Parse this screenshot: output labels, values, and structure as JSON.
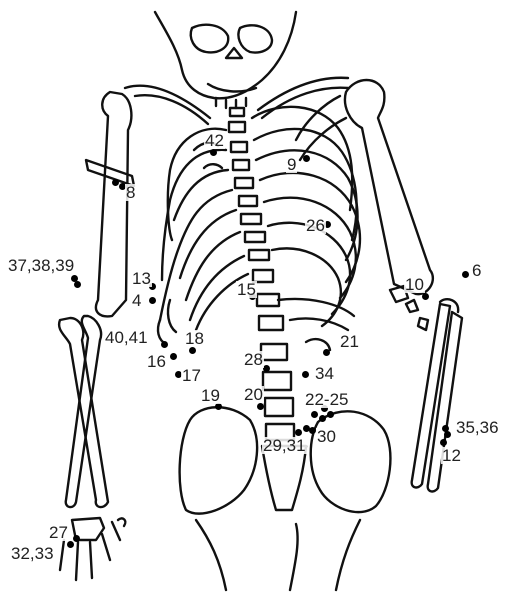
{
  "markers": [
    {
      "id": "m42",
      "label": "42"
    },
    {
      "id": "m9",
      "label": "9"
    },
    {
      "id": "m8",
      "label": "8"
    },
    {
      "id": "m26",
      "label": "26"
    },
    {
      "id": "m37",
      "label": "37,38,39"
    },
    {
      "id": "m13",
      "label": "13"
    },
    {
      "id": "m4",
      "label": "4"
    },
    {
      "id": "m15",
      "label": "15"
    },
    {
      "id": "m10",
      "label": "10"
    },
    {
      "id": "m6",
      "label": "6"
    },
    {
      "id": "m40",
      "label": "40,41"
    },
    {
      "id": "m18",
      "label": "18"
    },
    {
      "id": "m16",
      "label": "16"
    },
    {
      "id": "m17",
      "label": "17"
    },
    {
      "id": "m21",
      "label": "21"
    },
    {
      "id": "m28",
      "label": "28"
    },
    {
      "id": "m34",
      "label": "34"
    },
    {
      "id": "m19",
      "label": "19"
    },
    {
      "id": "m20",
      "label": "20"
    },
    {
      "id": "m22",
      "label": "22-25"
    },
    {
      "id": "m30",
      "label": "30"
    },
    {
      "id": "m29",
      "label": "29,31"
    },
    {
      "id": "m35",
      "label": "35,36"
    },
    {
      "id": "m12",
      "label": "12"
    },
    {
      "id": "m27",
      "label": "27"
    },
    {
      "id": "m32",
      "label": "32,33"
    }
  ]
}
